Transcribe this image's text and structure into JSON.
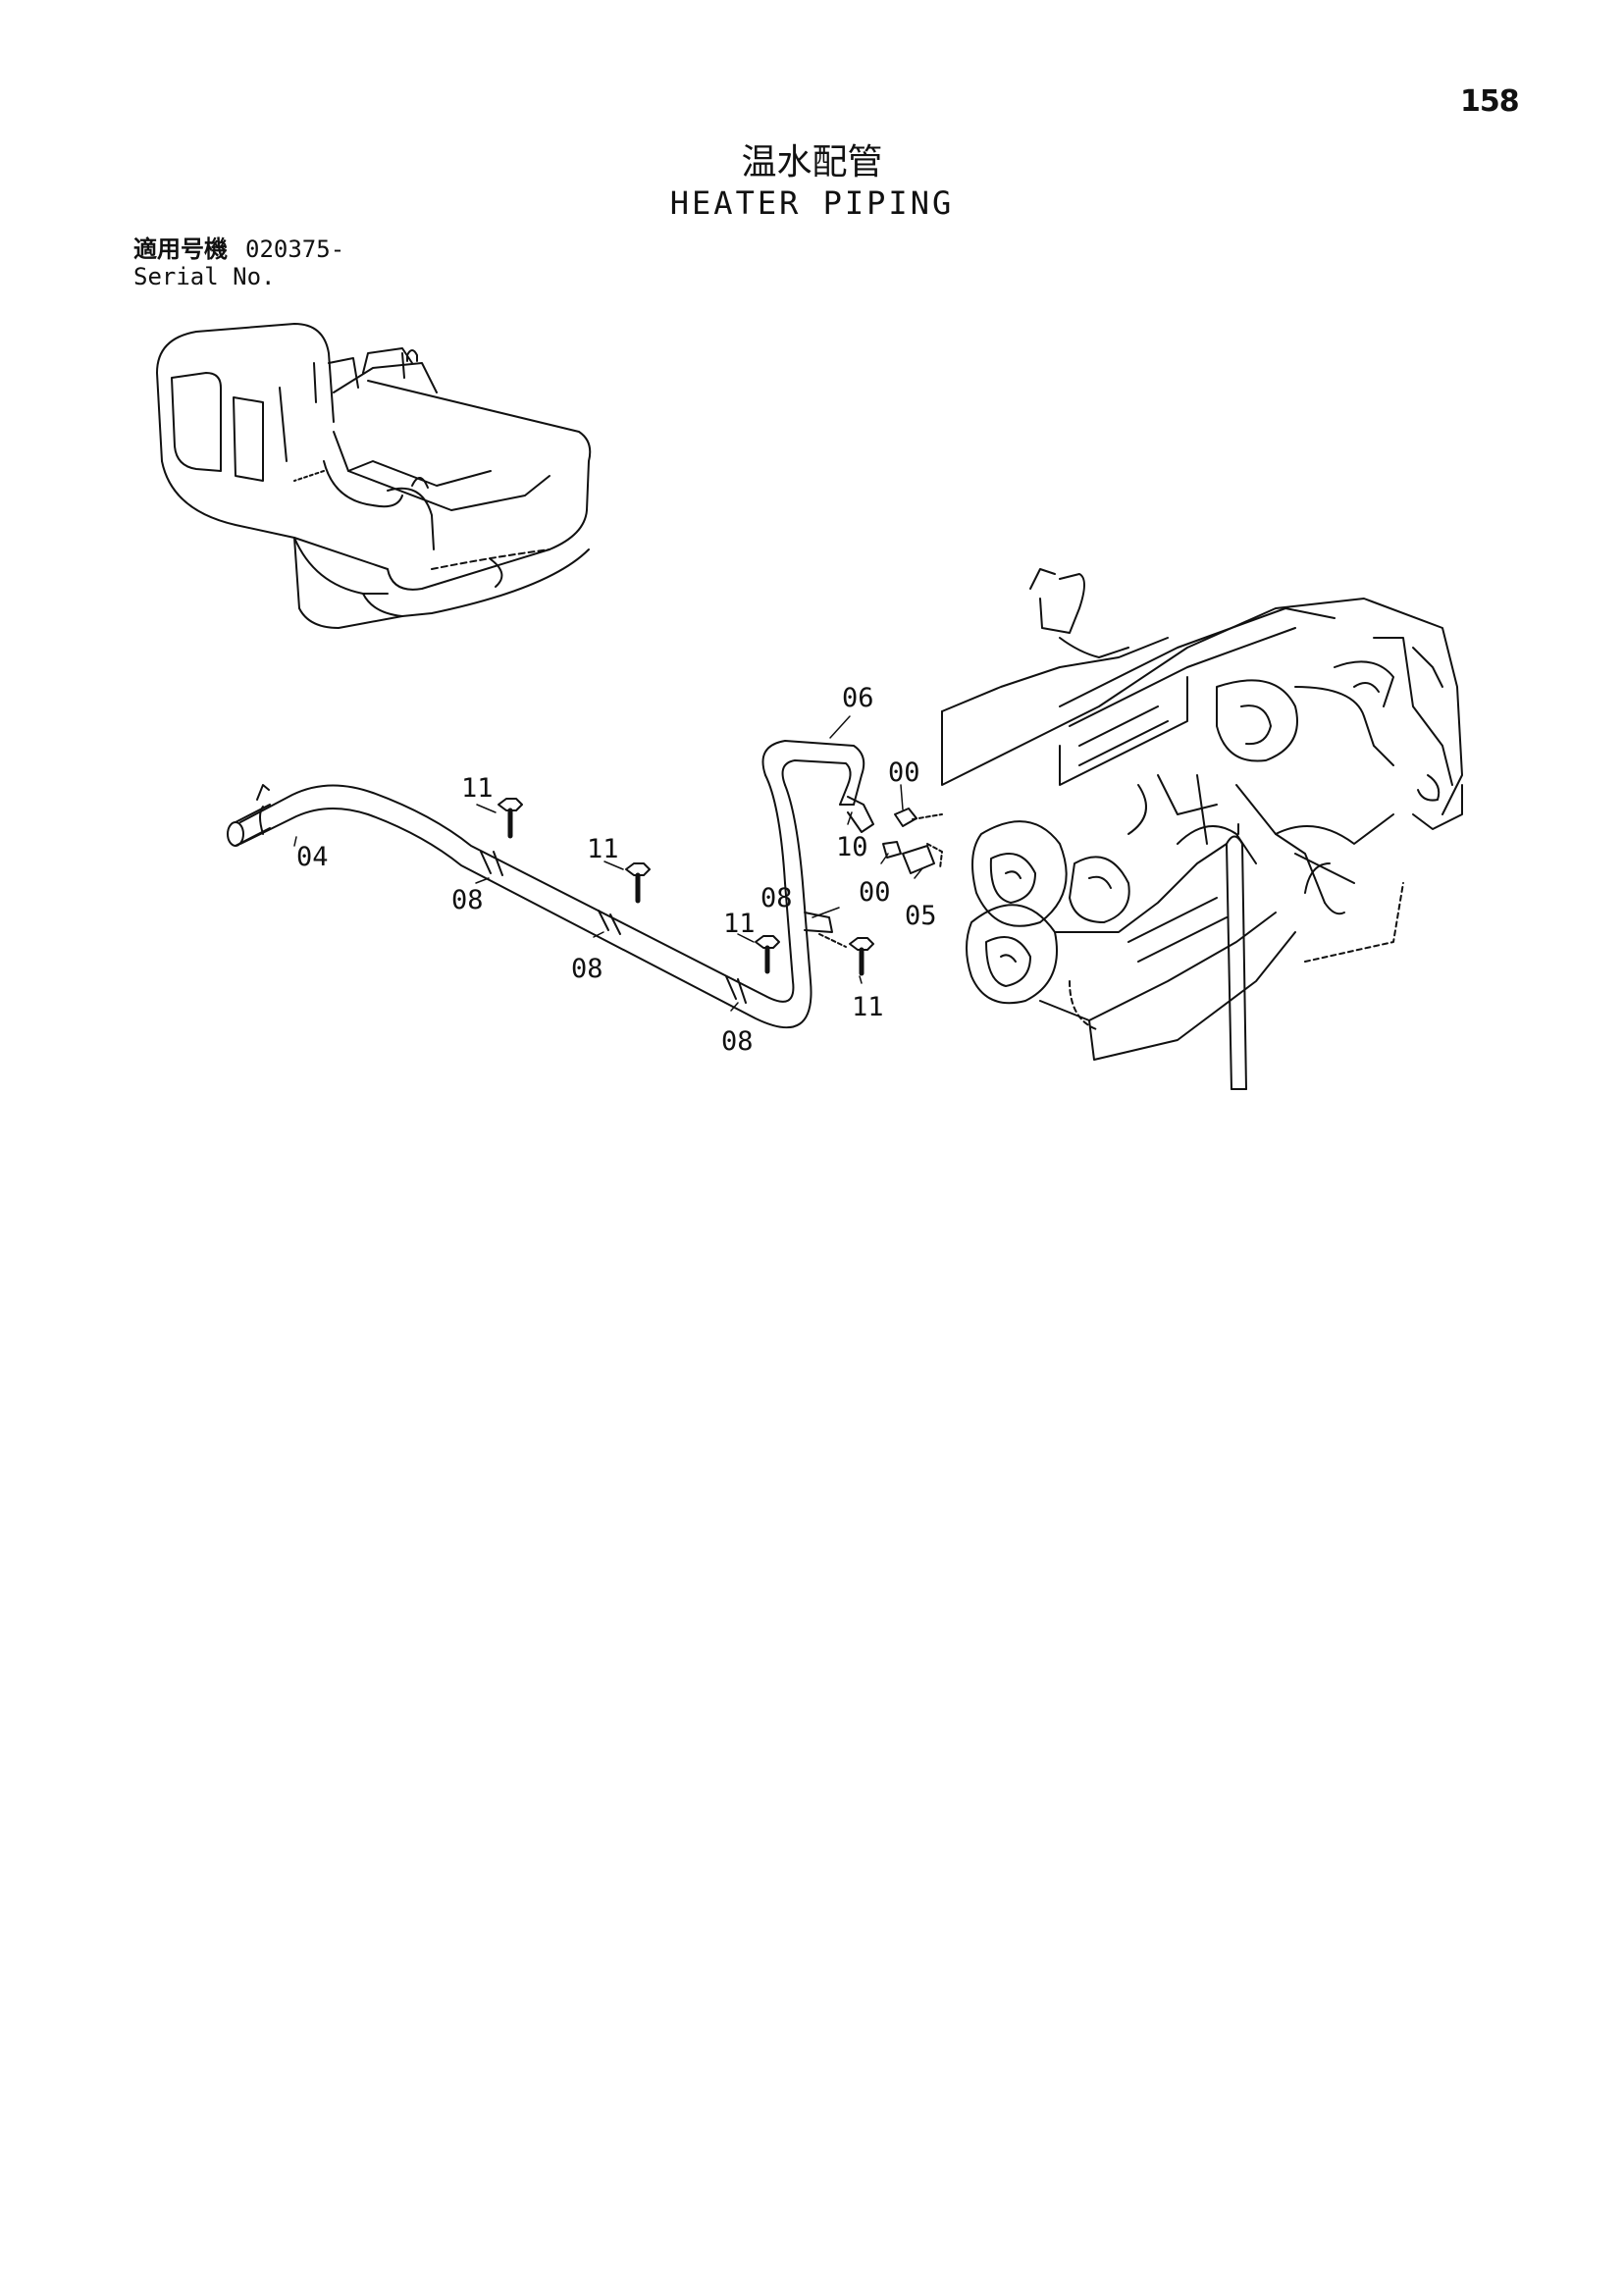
{
  "page_number": "158",
  "title_jp": "温水配管",
  "title_en": "HEATER PIPING",
  "serial": {
    "label_jp": "適用号機",
    "number": "020375-",
    "label_en": "Serial No."
  },
  "callouts": [
    {
      "id": "c04",
      "text": "04"
    },
    {
      "id": "c05",
      "text": "05"
    },
    {
      "id": "c06",
      "text": "06"
    },
    {
      "id": "c08a",
      "text": "08"
    },
    {
      "id": "c08b",
      "text": "08"
    },
    {
      "id": "c08c",
      "text": "08"
    },
    {
      "id": "c08d",
      "text": "08"
    },
    {
      "id": "c10",
      "text": "10"
    },
    {
      "id": "c00a",
      "text": "00"
    },
    {
      "id": "c00b",
      "text": "00"
    },
    {
      "id": "c11a",
      "text": "11"
    },
    {
      "id": "c11b",
      "text": "11"
    },
    {
      "id": "c11c",
      "text": "11"
    },
    {
      "id": "c11d",
      "text": "11"
    }
  ]
}
